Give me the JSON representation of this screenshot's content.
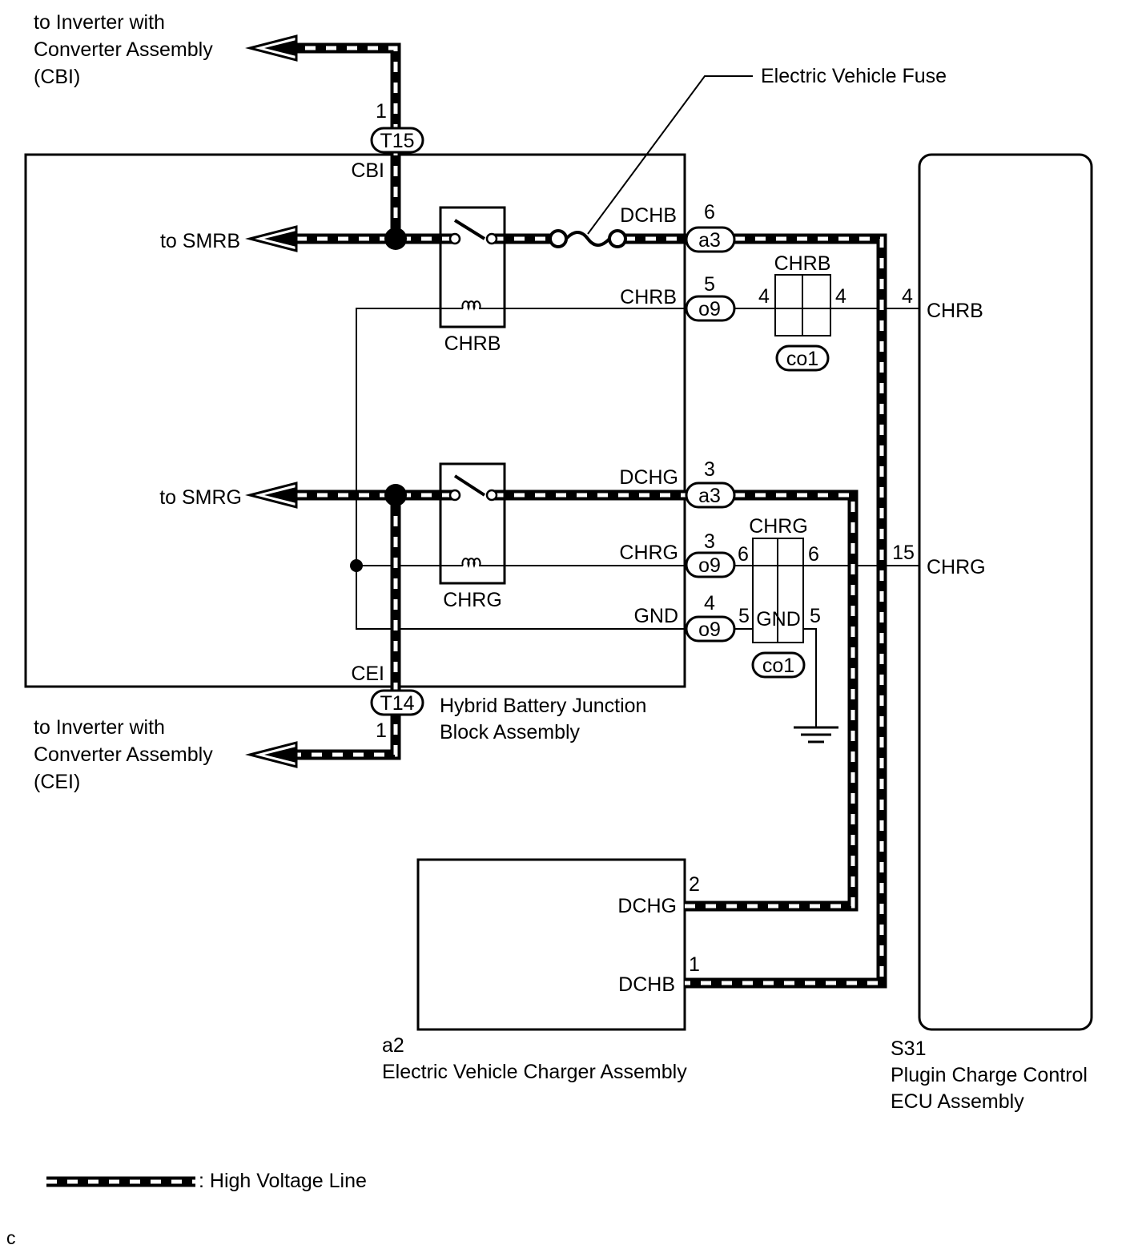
{
  "labels": {
    "inverter_top": [
      "to Inverter with",
      "Converter Assembly",
      "(CBI)"
    ],
    "inverter_bottom": [
      "to Inverter with",
      "Converter Assembly",
      "(CEI)"
    ],
    "to_smrb": "to SMRB",
    "to_smrg": "to SMRG",
    "ev_fuse": "Electric Vehicle Fuse",
    "cbi": "CBI",
    "cei": "CEI",
    "relay_chrb": "CHRB",
    "relay_chrg": "CHRG",
    "jb_name": [
      "Hybrid Battery Junction",
      "Block Assembly"
    ],
    "charger_code": "a2",
    "charger_name": "Electric Vehicle Charger Assembly",
    "ecu_code": "S31",
    "ecu_name": [
      "Plugin Charge Control",
      "ECU Assembly"
    ],
    "legend": ": High Voltage Line",
    "footer_mark": "c"
  },
  "connectors": {
    "t15": {
      "id": "T15",
      "pin": "1"
    },
    "t14": {
      "id": "T14",
      "pin": "1"
    },
    "dchb": {
      "signal": "DCHB",
      "id": "a3",
      "pin": "6"
    },
    "chrb": {
      "signal": "CHRB",
      "id": "o9",
      "pin": "5"
    },
    "dchg": {
      "signal": "DCHG",
      "id": "a3",
      "pin": "3"
    },
    "chrg": {
      "signal": "CHRG",
      "id": "o9",
      "pin": "3"
    },
    "gnd": {
      "signal": "GND",
      "id": "o9",
      "pin": "4"
    }
  },
  "junctions": {
    "co1_top": {
      "name": "CHRB",
      "id": "co1",
      "pin_in": "4",
      "pin_out": "4"
    },
    "co1_bottom": {
      "name_chrg": "CHRG",
      "name_gnd": "GND",
      "id": "co1",
      "pin_chrg_in": "6",
      "pin_chrg_out": "6",
      "pin_gnd_in": "5",
      "pin_gnd_out": "5"
    }
  },
  "ecu_pins": {
    "chrb": {
      "pin": "4",
      "label": "CHRB"
    },
    "chrg": {
      "pin": "15",
      "label": "CHRG"
    }
  },
  "charger_pins": {
    "dchg": {
      "pin": "2",
      "label": "DCHG"
    },
    "dchb": {
      "pin": "1",
      "label": "DCHB"
    }
  }
}
